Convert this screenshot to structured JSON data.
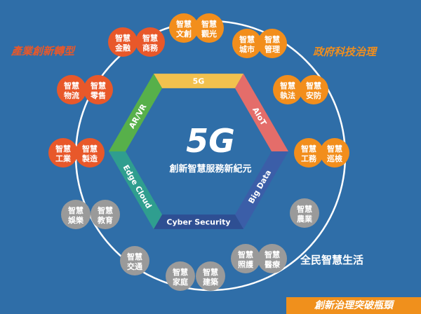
{
  "center": {
    "title": "5G",
    "subtitle": "創新智慧服務新紀元"
  },
  "hexagon_sides": [
    {
      "label": "5G",
      "color": "#f2c14e"
    },
    {
      "label": "AIoT",
      "color": "#e46d6a"
    },
    {
      "label": "Big Data",
      "color": "#3b5ea8"
    },
    {
      "label": "Cyber Security",
      "color": "#2e4f93"
    },
    {
      "label": "Edge Cloud",
      "color": "#2f9e8f"
    },
    {
      "label": "AR/VR",
      "color": "#57b04a"
    }
  ],
  "categories": {
    "industry": "產業創新轉型",
    "government": "政府科技治理",
    "citizen": "全民智慧生活"
  },
  "footer": "創新治理突破瓶頸",
  "colors": {
    "background": "#2f6ea8",
    "industry": "#e8582a",
    "government": "#f28e1c",
    "citizen": "#9a9a9a"
  },
  "nodes": [
    {
      "group": "government",
      "line1": "智慧",
      "line2": "文創"
    },
    {
      "group": "government",
      "line1": "智慧",
      "line2": "觀光"
    },
    {
      "group": "government",
      "line1": "智慧",
      "line2": "城市"
    },
    {
      "group": "government",
      "line1": "智慧",
      "line2": "管理"
    },
    {
      "group": "government",
      "line1": "智慧",
      "line2": "執法"
    },
    {
      "group": "government",
      "line1": "智慧",
      "line2": "安防"
    },
    {
      "group": "government",
      "line1": "智慧",
      "line2": "工務"
    },
    {
      "group": "government",
      "line1": "智慧",
      "line2": "巡檢"
    },
    {
      "group": "citizen",
      "line1": "智慧",
      "line2": "農業"
    },
    {
      "group": "citizen",
      "line1": "智慧",
      "line2": "照護"
    },
    {
      "group": "citizen",
      "line1": "智慧",
      "line2": "醫療"
    },
    {
      "group": "citizen",
      "line1": "智慧",
      "line2": "家庭"
    },
    {
      "group": "citizen",
      "line1": "智慧",
      "line2": "建築"
    },
    {
      "group": "citizen",
      "line1": "智慧",
      "line2": "交通"
    },
    {
      "group": "citizen",
      "line1": "智慧",
      "line2": "娛樂"
    },
    {
      "group": "citizen",
      "line1": "智慧",
      "line2": "教育"
    },
    {
      "group": "industry",
      "line1": "智慧",
      "line2": "工業"
    },
    {
      "group": "industry",
      "line1": "智慧",
      "line2": "製造"
    },
    {
      "group": "industry",
      "line1": "智慧",
      "line2": "物流"
    },
    {
      "group": "industry",
      "line1": "智慧",
      "line2": "零售"
    },
    {
      "group": "industry",
      "line1": "智慧",
      "line2": "金融"
    },
    {
      "group": "industry",
      "line1": "智慧",
      "line2": "商務"
    }
  ]
}
